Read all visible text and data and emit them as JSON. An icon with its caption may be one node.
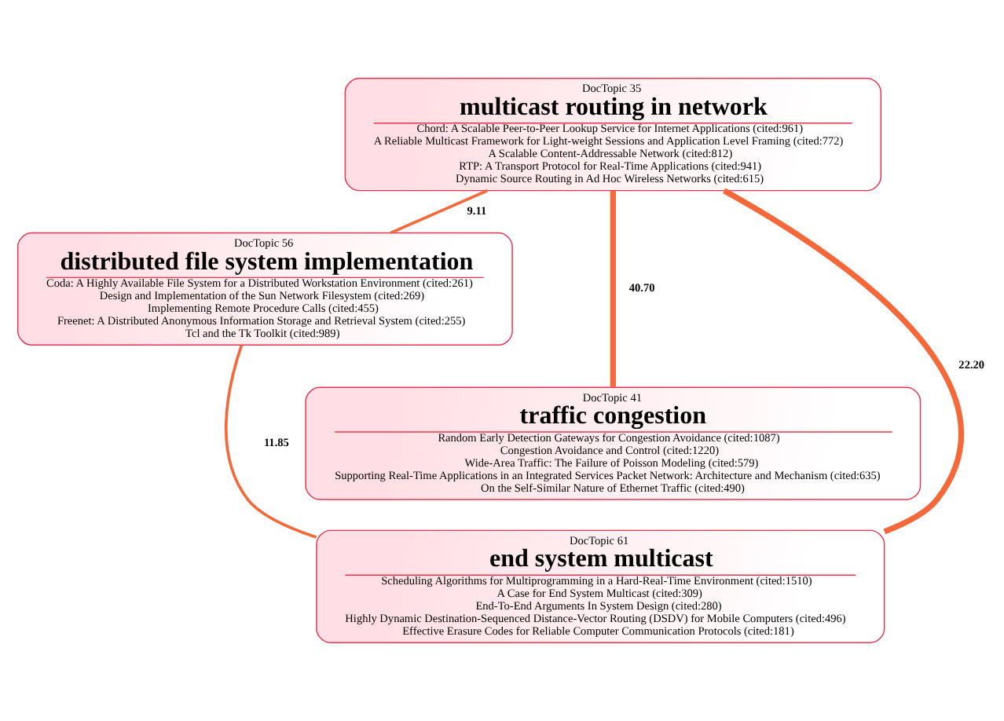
{
  "diagram": {
    "nodes": [
      {
        "text": [
          "DocTopic 35",
          "multicast routing in network",
          "Chord: A Scalable Peer-to-Peer Lookup Service for Internet Applications (cited:961)",
          "A Reliable Multicast Framework for Light-weight Sessions and Application Level Framing (cited:772)",
          "A Scalable Content-Addressable Network (cited:812)",
          "RTP: A Transport Protocol for Real-Time Applications (cited:941)",
          "Dynamic Source Routing in Ad Hoc Wireless Networks (cited:615)"
        ]
      },
      {
        "text": [
          "DocTopic 56",
          "distributed file system implementation",
          "Coda: A Highly Available File System for a Distributed Workstation Environment (cited:261)",
          "Design and Implementation of the Sun Network Filesystem (cited:269)",
          "Implementing Remote Procedure Calls (cited:455)",
          "Freenet: A Distributed Anonymous Information Storage and Retrieval System (cited:255)",
          "Tcl and the Tk Toolkit (cited:989)"
        ]
      },
      {
        "text": [
          "DocTopic 41",
          "traffic congestion",
          "Random Early Detection Gateways for Congestion Avoidance (cited:1087)",
          "Congestion Avoidance and Control (cited:1220)",
          "Wide-Area Traffic: The Failure of Poisson Modeling (cited:579)",
          "Supporting Real-Time Applications in an Integrated Services Packet Network: Architecture and Mechanism (cited:635)",
          "On the Self-Similar Nature of Ethernet Traffic (cited:490)"
        ]
      },
      {
        "text": [
          "DocTopic 61",
          "end system multicast",
          "Scheduling Algorithms for Multiprogramming in a Hard-Real-Time Environment (cited:1510)",
          "A Case for End System Multicast (cited:309)",
          "End-To-End Arguments In System Design (cited:280)",
          "Highly Dynamic Destination-Sequenced Distance-Vector Routing (DSDV) for Mobile Computers (cited:496)",
          "Effective Erasure Codes for Reliable Computer Communication Protocols (cited:181)"
        ]
      }
    ],
    "edges": [
      {
        "from": 0,
        "to": 1,
        "arrow": "none",
        "label": "9.11"
      },
      {
        "from": 0,
        "to": 2,
        "arrow": "none",
        "label": "40.70",
        "style": "thick"
      },
      {
        "from": 0,
        "to": 3,
        "arrow": "none",
        "label": "22.20",
        "style": "thick"
      },
      {
        "from": 1,
        "to": 3,
        "arrow": "none",
        "label": "11.85"
      }
    ]
  }
}
